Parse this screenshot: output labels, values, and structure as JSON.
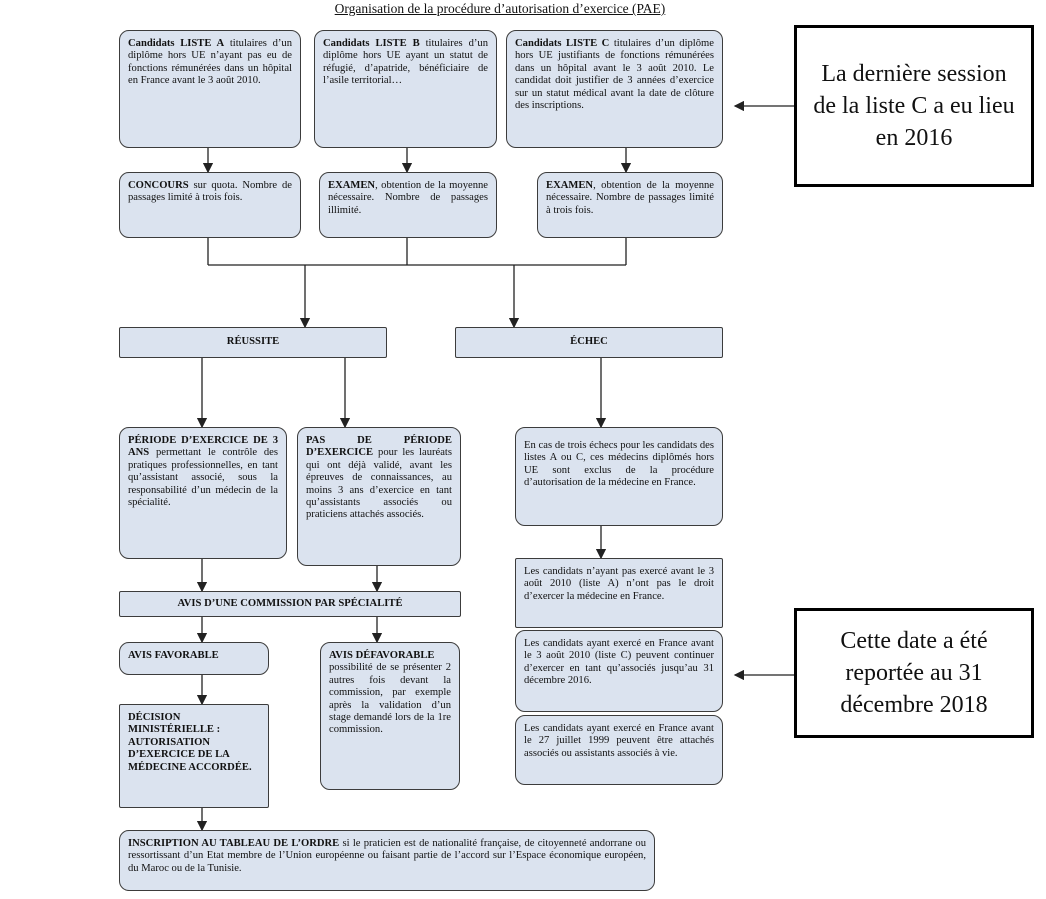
{
  "title": "Organisation de la procédure d’autorisation d’exercice (PAE)",
  "lists": [
    {
      "bold": "Candidats LISTE A",
      "text": " titulaires d’un diplôme hors UE n’ayant pas eu de fonctions rémunérées dans un hôpital en France avant le 3 août 2010."
    },
    {
      "bold": "Candidats LISTE B",
      "text": " titulaires d’un diplôme hors UE ayant un statut de réfugié, d’apatride, bénéficiaire de l’asile territorial…"
    },
    {
      "bold": "Candidats LISTE C",
      "text": " titulaires d’un diplôme hors UE justifiants de fonctions rémunérées dans un hôpital avant le 3 août 2010. Le candidat doit justifier de 3 années d’exercice sur un statut médical avant la date de clôture des inscriptions."
    }
  ],
  "exams": [
    {
      "bold": "CONCOURS",
      "text": " sur quota. Nombre de passages limité à trois fois."
    },
    {
      "bold": "EXAMEN",
      "text": ", obtention de la moyenne nécessaire. Nombre de passages illimité."
    },
    {
      "bold": "EXAMEN",
      "text": ", obtention de la moyenne nécessaire. Nombre de passages limité à trois fois."
    }
  ],
  "reussite": "RÉUSSITE",
  "echec": "ÉCHEC",
  "periode": {
    "bold": "PÉRIODE D’EXERCICE DE 3 ANS",
    "text": " permettant le contrôle des pratiques professionnelles, en tant qu’assistant associé, sous la responsabilité d’un médecin de la spécialité."
  },
  "pas_periode": {
    "bold": "PAS DE PÉRIODE D’EXERCICE",
    "text": " pour les lauréats qui ont déjà validé, avant les épreuves de connaissances, au moins 3 ans d’exercice en tant qu’assistants associés ou praticiens attachés associés."
  },
  "echec_text": "En cas de trois échecs pour les candidats des listes A ou C, ces médecins diplômés hors UE sont exclus de la procédure d’autorisation de la médecine en France.",
  "avis_commission": "AVIS D’UNE COMMISSION PAR SPÉCIALITÉ",
  "avis_favorable": "AVIS FAVORABLE",
  "avis_defavorable": {
    "bold": "AVIS DÉFAVORABLE",
    "text": "possibilité de se présenter 2 autres fois devant la commission, par exemple après la validation d’un stage demandé lors de la 1re commission."
  },
  "decision": "DÉCISION MINISTÉRIELLE : AUTORISATION D’EXERCICE DE LA MÉDECINE ACCORDÉE.",
  "inscription": {
    "bold": "INSCRIPTION AU TABLEAU DE L’ORDRE",
    "text": " si le praticien est de nationalité française, de citoyenneté andorrane ou ressortissant d’un Etat membre de l’Union européenne ou faisant partie de l’accord sur l’Espace économique européen, du Maroc ou de la Tunisie."
  },
  "right_boxes": [
    "Les candidats n’ayant pas exercé avant le 3 août 2010 (liste A) n’ont pas le droit d’exercer la médecine en France.",
    "Les candidats ayant exercé en France avant le 3 août 2010 (liste C) peuvent continuer d’exercer en tant qu’associés jusqu’au 31 décembre 2016.",
    "Les candidats ayant exercé en France avant le 27 juillet 1999 peuvent être attachés associés ou assistants associés à vie."
  ],
  "notes": [
    "La dernière session de la liste C a eu lieu en 2016",
    "Cette date a été reportée au 31 décembre 2018"
  ]
}
